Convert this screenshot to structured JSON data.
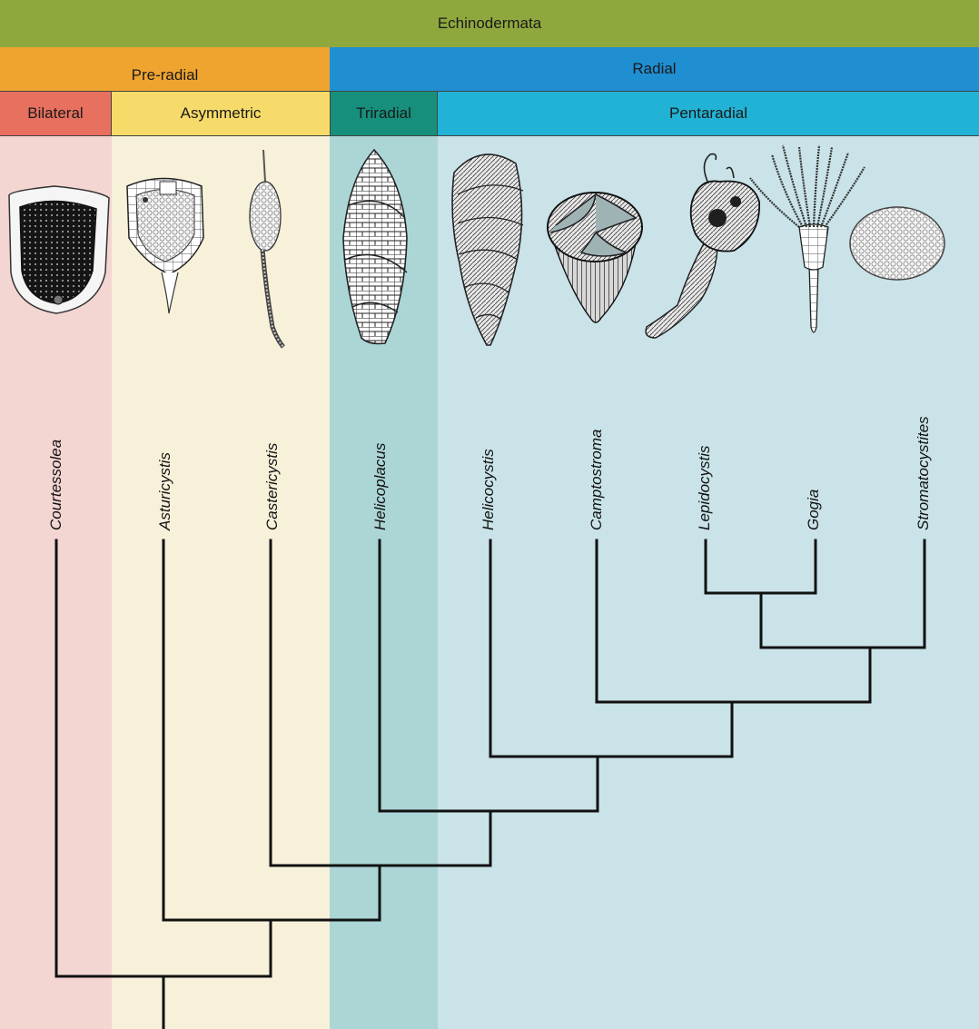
{
  "header": {
    "clade": "Echinodermata",
    "groups": {
      "preradial": "Pre-radial",
      "radial": "Radial"
    },
    "symmetry": {
      "bilateral": "Bilateral",
      "asymmetric": "Asymmetric",
      "triradial": "Triradial",
      "pentaradial": "Pentaradial"
    }
  },
  "taxa": {
    "courtessolea": "Courtessolea",
    "asturicystis": "Asturicystis",
    "castericystis": "Castericystis",
    "helicoplacus": "Helicoplacus",
    "helicocystis": "Helicocystis",
    "camptostroma": "Camptostroma",
    "lepidocystis": "Lepidocystis",
    "gogia": "Gogia",
    "stromatocystites": "Stromatocystites"
  },
  "colors": {
    "echinodermata": "#8fa83d",
    "preradial": "#f0a430",
    "radial": "#1f8fd1",
    "bilateral": "#e7705e",
    "asymmetric": "#f6db6a",
    "triradial": "#16907c",
    "pentaradial": "#22b2d5"
  }
}
